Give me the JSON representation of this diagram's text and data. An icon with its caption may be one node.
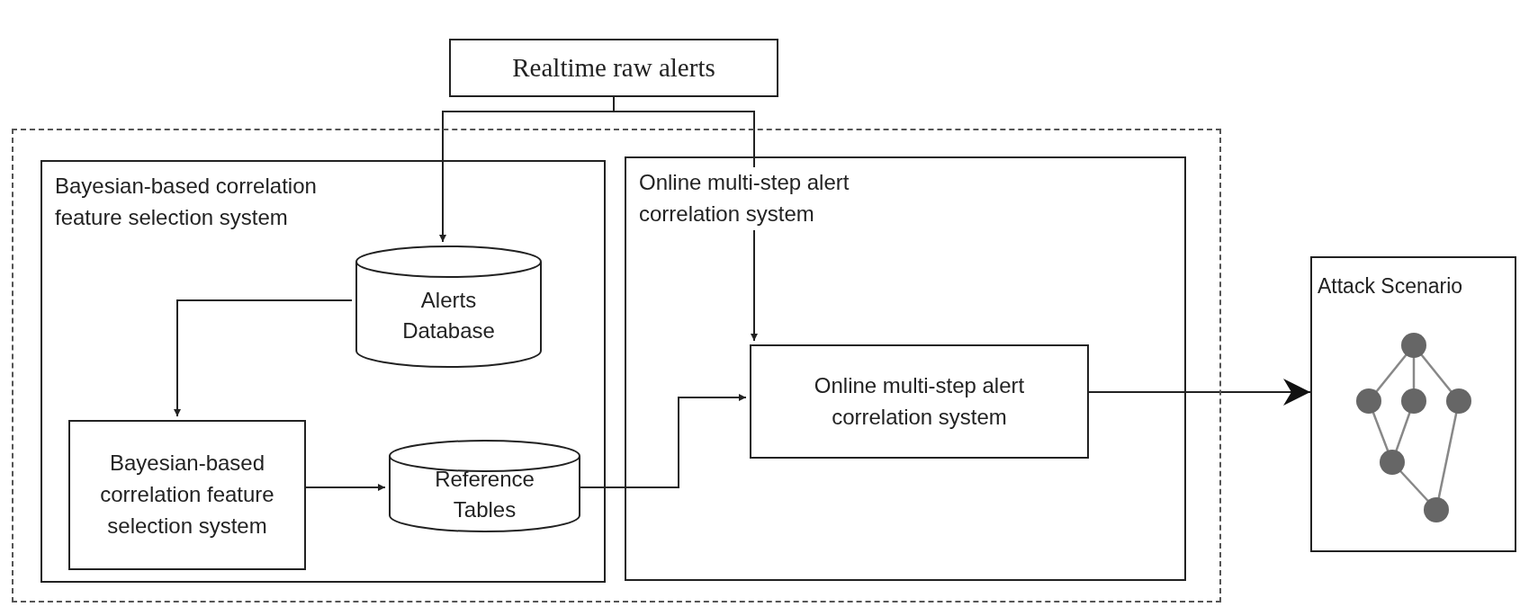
{
  "diagram": {
    "nodes": [
      {
        "text": [
          "Realtime raw alerts"
        ]
      },
      {
        "text": [],
        "shape": "box"
      },
      {
        "text": [
          "Bayesian-based correlation feature selection system"
        ],
        "in": 1
      },
      {
        "text": [
          "Online multi-step alert correlation system"
        ],
        "in": 1
      },
      {
        "text": [
          "Alerts Database"
        ],
        "in": 2
      },
      {
        "text": [
          "Bayesian-based correlation feature selection system"
        ],
        "in": 2
      },
      {
        "text": [
          "Reference Tables"
        ],
        "in": 2
      },
      {
        "text": [
          "Online multi-step alert correlation system"
        ],
        "in": 3
      },
      {
        "text": [
          "Attack Scenario"
        ]
      }
    ],
    "edges": [
      {
        "from": 0,
        "to": 4,
        "arrow": "to"
      },
      {
        "from": 0,
        "to": 7,
        "arrow": "to"
      },
      {
        "from": 4,
        "to": 5,
        "arrow": "to"
      },
      {
        "from": 5,
        "to": 6,
        "arrow": "to"
      },
      {
        "from": 6,
        "to": 7,
        "arrow": "to"
      },
      {
        "from": 7,
        "to": 8,
        "arrow": "to"
      }
    ]
  }
}
